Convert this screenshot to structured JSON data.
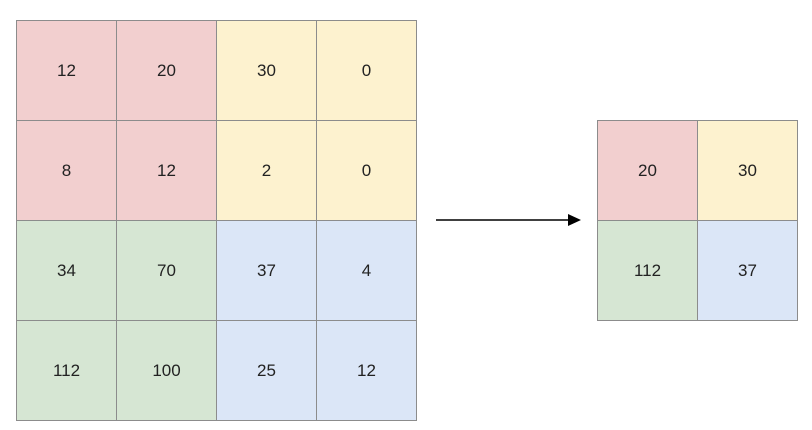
{
  "colors": {
    "red": "#f2cfcf",
    "yellow": "#fdf2cf",
    "green": "#d6e6d3",
    "blue": "#dbe6f7",
    "border": "#8c8c8c",
    "arrow": "#000000"
  },
  "input_matrix": {
    "rows": [
      [
        "12",
        "20",
        "30",
        "0"
      ],
      [
        "8",
        "12",
        "2",
        "0"
      ],
      [
        "34",
        "70",
        "37",
        "4"
      ],
      [
        "112",
        "100",
        "25",
        "12"
      ]
    ],
    "quadrant_colors": [
      [
        "red",
        "red",
        "yellow",
        "yellow"
      ],
      [
        "red",
        "red",
        "yellow",
        "yellow"
      ],
      [
        "green",
        "green",
        "blue",
        "blue"
      ],
      [
        "green",
        "green",
        "blue",
        "blue"
      ]
    ]
  },
  "output_matrix": {
    "rows": [
      [
        "20",
        "30"
      ],
      [
        "112",
        "37"
      ]
    ],
    "quadrant_colors": [
      [
        "red",
        "yellow"
      ],
      [
        "green",
        "blue"
      ]
    ]
  },
  "arrow": {
    "icon": "arrow-right-icon"
  }
}
